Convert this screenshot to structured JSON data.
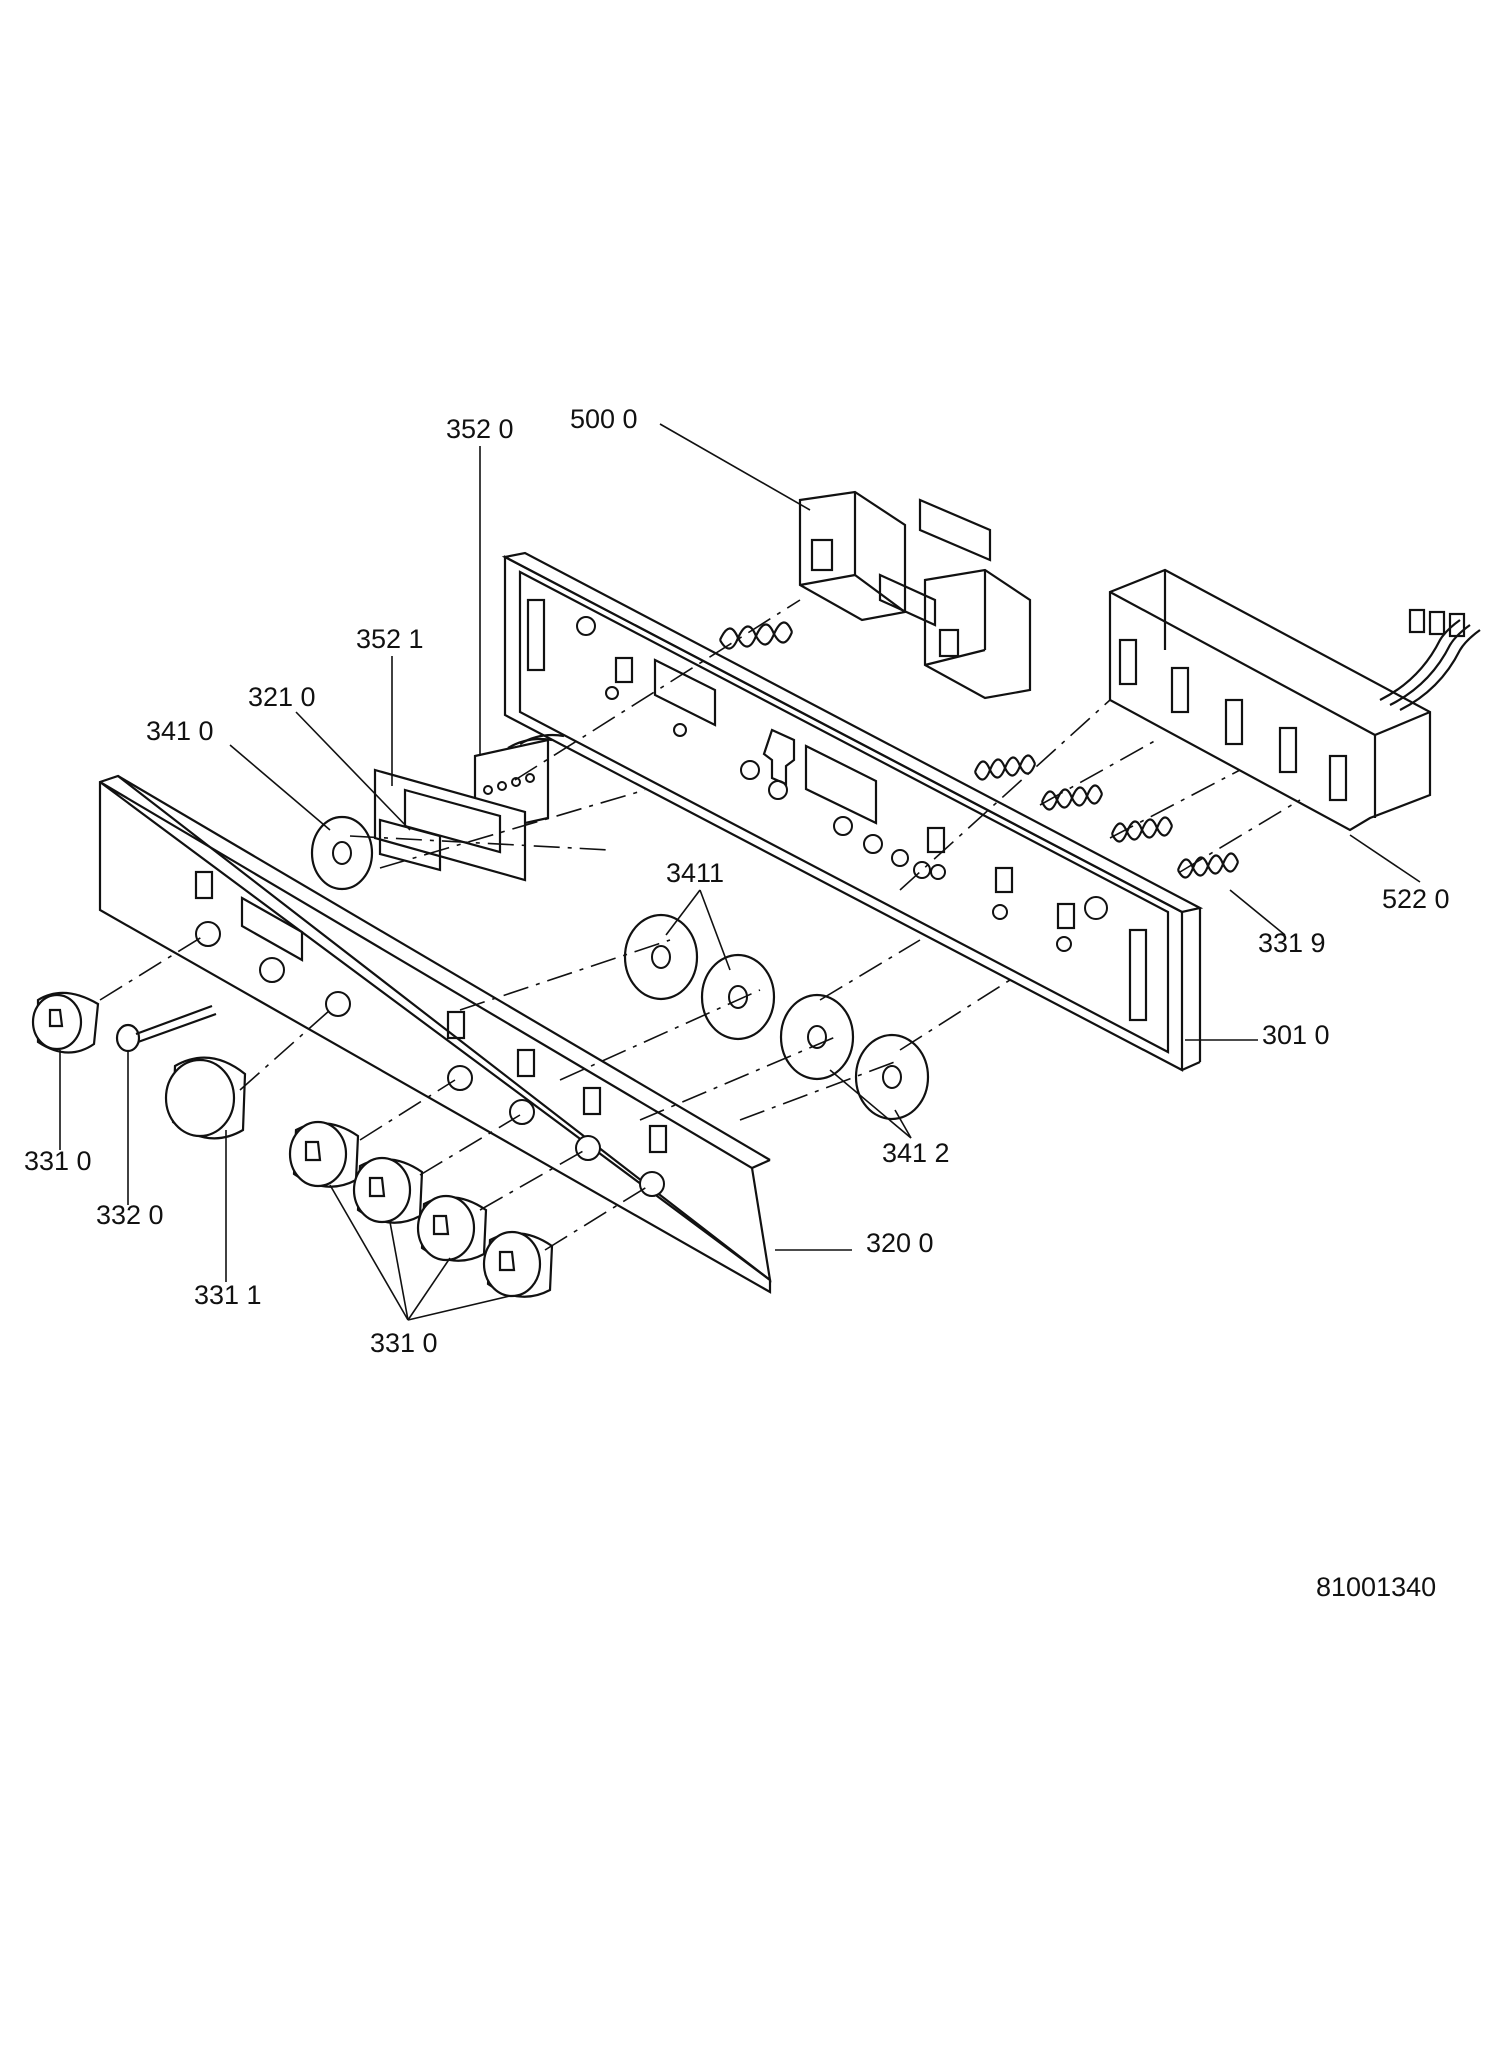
{
  "labels": {
    "l5000": "500 0",
    "l3520": "352 0",
    "l3521": "352 1",
    "l3210": "321 0",
    "l3410": "341 0",
    "l3411": "3411",
    "l5220": "522 0",
    "l3319": "331 9",
    "l3010": "301 0",
    "l3412": "341 2",
    "l3200": "320 0",
    "l3310a": "331 0",
    "l3320": "332 0",
    "l3311": "331 1",
    "l3310b": "331 0"
  },
  "drawing_number": "81001340"
}
